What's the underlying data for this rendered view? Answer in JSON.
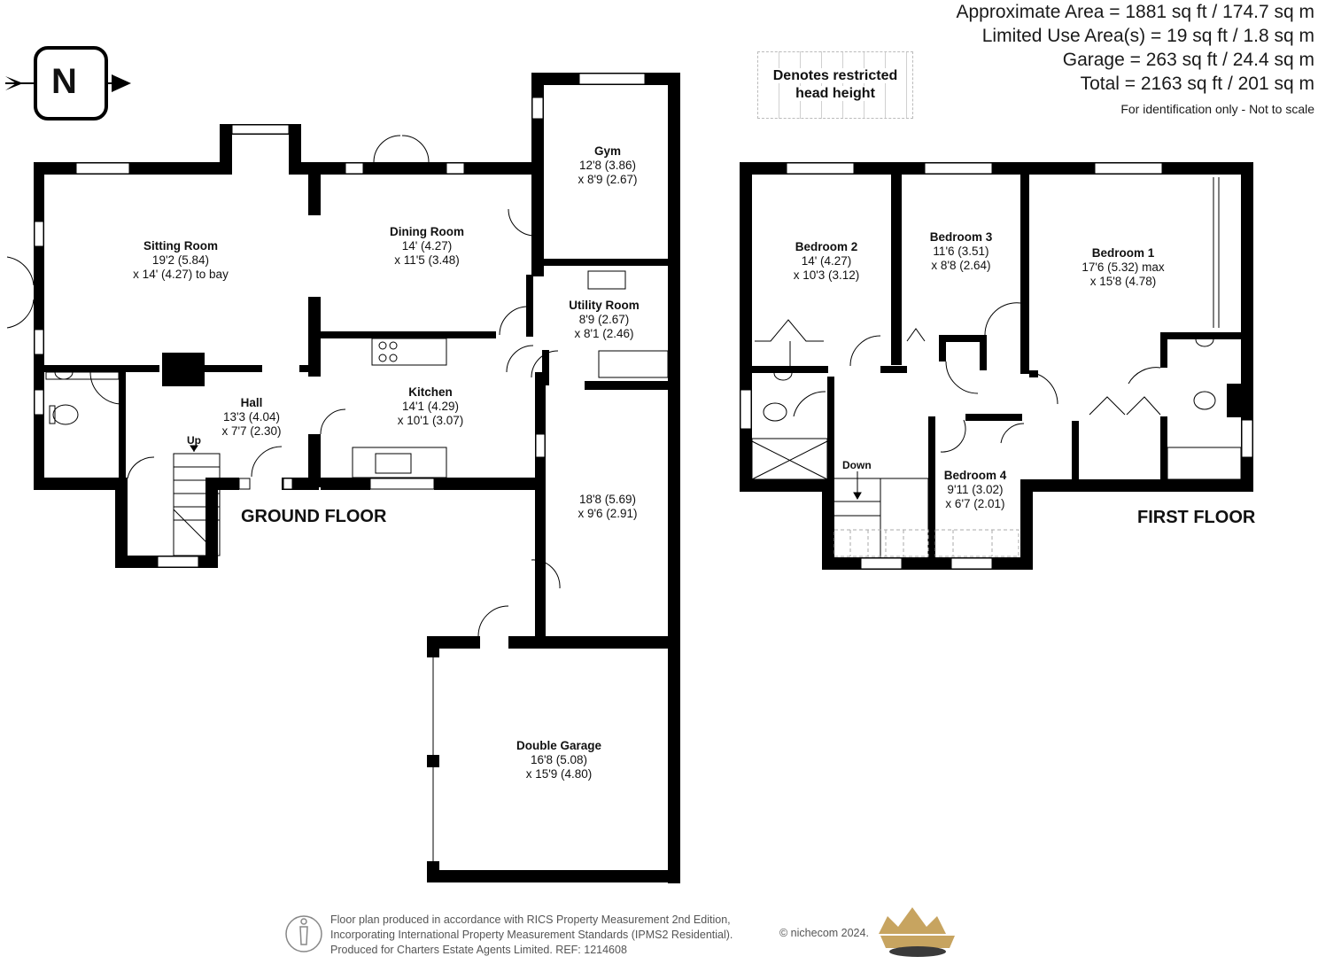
{
  "areas": {
    "approx": "Approximate Area = 1881 sq ft / 174.7 sq m",
    "limited": "Limited Use Area(s) = 19 sq ft / 1.8 sq m",
    "garage": "Garage = 263 sq ft / 24.4 sq m",
    "total": "Total = 2163 sq ft / 201 sq m",
    "note": "For identification only - Not to scale"
  },
  "legend": {
    "line1": "Denotes restricted",
    "line2": "head height"
  },
  "compass": {
    "letter": "N",
    "icon": "north-arrow-icon"
  },
  "ground_floor": {
    "label": "GROUND FLOOR",
    "stairs_label": "Up",
    "rooms": {
      "sitting": {
        "name": "Sitting Room",
        "d1": "19'2 (5.84)",
        "d2": "x 14' (4.27) to bay"
      },
      "dining": {
        "name": "Dining Room",
        "d1": "14' (4.27)",
        "d2": "x 11'5 (3.48)"
      },
      "gym": {
        "name": "Gym",
        "d1": "12'8 (3.86)",
        "d2": "x 8'9 (2.67)"
      },
      "utility": {
        "name": "Utility Room",
        "d1": "8'9 (2.67)",
        "d2": "x 8'1 (2.46)"
      },
      "hall": {
        "name": "Hall",
        "d1": "13'3 (4.04)",
        "d2": "x 7'7 (2.30)"
      },
      "kitchen": {
        "name": "Kitchen",
        "d1": "14'1 (4.29)",
        "d2": "x 10'1 (3.07)"
      },
      "store": {
        "name": "",
        "d1": "18'8 (5.69)",
        "d2": "x 9'6 (2.91)"
      },
      "garage": {
        "name": "Double Garage",
        "d1": "16'8 (5.08)",
        "d2": "x 15'9 (4.80)"
      }
    }
  },
  "first_floor": {
    "label": "FIRST FLOOR",
    "stairs_label": "Down",
    "rooms": {
      "bed2": {
        "name": "Bedroom 2",
        "d1": "14' (4.27)",
        "d2": "x 10'3 (3.12)"
      },
      "bed3": {
        "name": "Bedroom 3",
        "d1": "11'6 (3.51)",
        "d2": "x 8'8 (2.64)"
      },
      "bed1": {
        "name": "Bedroom 1",
        "d1": "17'6 (5.32) max",
        "d2": "x 15'8 (4.78)"
      },
      "bed4": {
        "name": "Bedroom 4",
        "d1": "9'11 (3.02)",
        "d2": "x 6'7 (2.01)"
      }
    }
  },
  "footer": {
    "line1": "Floor plan produced in accordance with RICS Property Measurement 2nd Edition,",
    "line2": "Incorporating International Property Measurement Standards (IPMS2 Residential).",
    "line3": "Produced for Charters Estate Agents Limited.   REF: 1214608",
    "copyright": "© nichecom 2024.",
    "icons": [
      "person-icon",
      "crown-logo-icon"
    ]
  },
  "colors": {
    "wall": "#000000",
    "crown_gold": "#c7a460",
    "crown_dark": "#3a3a3a"
  }
}
